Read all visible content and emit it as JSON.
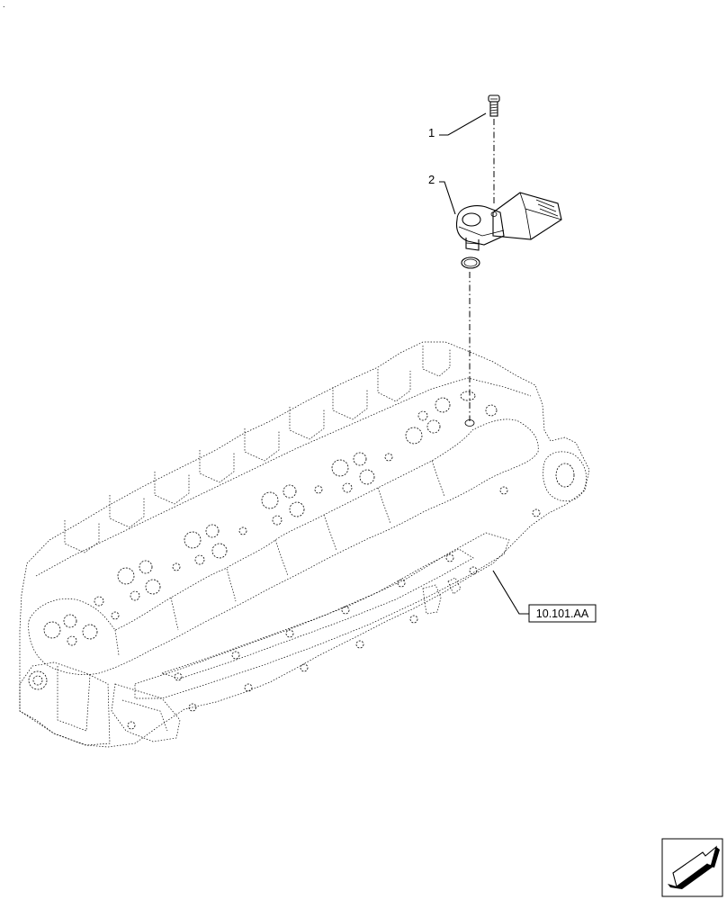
{
  "callouts": [
    {
      "number": "1",
      "part": "bolt"
    },
    {
      "number": "2",
      "part": "sensor"
    }
  ],
  "reference": {
    "label": "10.101.AA"
  },
  "corner_mark": ".",
  "nav_icon": "arrow-forward-icon"
}
